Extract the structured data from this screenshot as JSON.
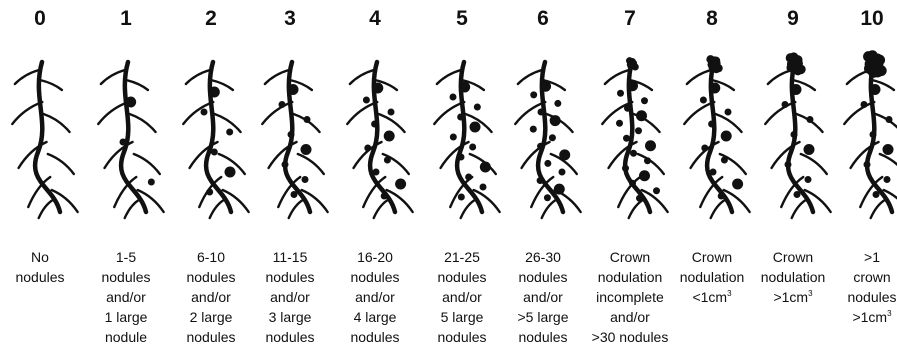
{
  "scale": [
    {
      "score": "0",
      "lines": [
        "No",
        "nodules"
      ],
      "nodules": 0,
      "crown": 0
    },
    {
      "score": "1",
      "lines": [
        "1-5",
        "nodules",
        "and/or",
        "1 large",
        "nodule"
      ],
      "nodules": 3,
      "crown": 0
    },
    {
      "score": "2",
      "lines": [
        "6-10",
        "nodules",
        "and/or",
        "2 large",
        "nodules"
      ],
      "nodules": 6,
      "crown": 0
    },
    {
      "score": "3",
      "lines": [
        "11-15",
        "nodules",
        "and/or",
        "3 large",
        "nodules"
      ],
      "nodules": 8,
      "crown": 0
    },
    {
      "score": "4",
      "lines": [
        "16-20",
        "nodules",
        "and/or",
        "4 large",
        "nodules"
      ],
      "nodules": 10,
      "crown": 0
    },
    {
      "score": "5",
      "lines": [
        "21-25",
        "nodules",
        "and/or",
        "5 large",
        "nodules"
      ],
      "nodules": 12,
      "crown": 0
    },
    {
      "score": "6",
      "lines": [
        "26-30",
        "nodules",
        "and/or",
        ">5 large",
        "nodules"
      ],
      "nodules": 14,
      "crown": 0
    },
    {
      "score": "7",
      "lines": [
        "Crown",
        "nodulation",
        "incomplete",
        "and/or",
        ">30 nodules"
      ],
      "nodules": 16,
      "crown": 1
    },
    {
      "score": "8",
      "lines": [
        "Crown",
        "nodulation",
        "<1cm³"
      ],
      "nodules": 10,
      "crown": 2
    },
    {
      "score": "9",
      "lines": [
        "Crown",
        "nodulation",
        ">1cm³"
      ],
      "nodules": 8,
      "crown": 3
    },
    {
      "score": "10",
      "lines": [
        ">1",
        "crown",
        "nodules",
        ">1cm³"
      ],
      "nodules": 8,
      "crown": 4
    }
  ],
  "colors": {
    "ink": "#111111",
    "background": "#ffffff"
  }
}
